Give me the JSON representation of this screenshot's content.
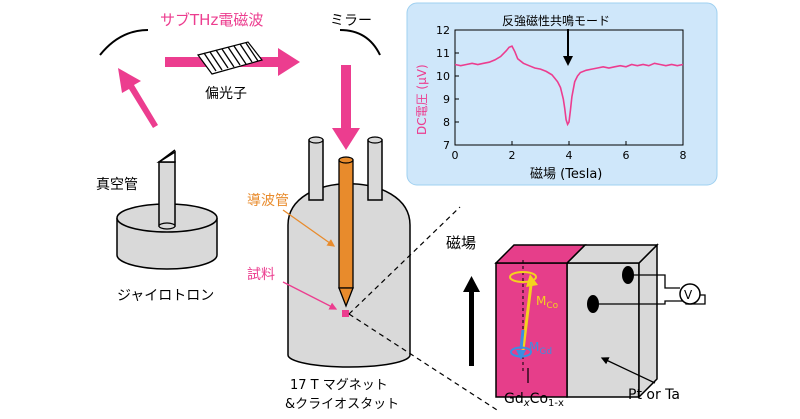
{
  "labels": {
    "wave_label": "サブTHz電磁波",
    "mirror_label": "ミラー",
    "polarizer_label": "偏光子",
    "vacuum_tube_label": "真空管",
    "gyrotron_label": "ジャイロトロン",
    "waveguide_label": "導波管",
    "sample_label": "試料",
    "magnet_label_line1": "17 T マグネット",
    "magnet_label_line2": "&クライオスタット",
    "field_label": "磁場",
    "sample_formula": "GdxCo1-x",
    "formula_gd": "Gd",
    "formula_x": "x",
    "formula_co": "Co",
    "formula_sub": "1-x",
    "m_co_main": "M",
    "m_co_sub": "Co",
    "m_gd_main": "M",
    "m_gd_sub": "Gd",
    "metal_label": "Pt or Ta",
    "voltmeter": "V"
  },
  "colors": {
    "pink": "#ec3d8f",
    "sample_pink": "#e63e8a",
    "waveguide_orange": "#e88b2c",
    "gray_body": "#d9d9d9",
    "inset_bg": "#cfe7fa",
    "inset_border": "#9fd0f0",
    "m_co_yellow": "#f4d21e",
    "m_gd_blue": "#3d8ee0"
  },
  "chart_data": {
    "type": "line",
    "annotation": "反強磁性共鳴モード",
    "xlabel": "磁場 (Tesla)",
    "ylabel": "DC電圧 (μV)",
    "xlim": [
      0,
      8
    ],
    "ylim": [
      7,
      12
    ],
    "xticks": [
      "0",
      "2",
      "4",
      "6",
      "8"
    ],
    "yticks": [
      "7",
      "8",
      "9",
      "10",
      "11",
      "12"
    ],
    "x_tick_values": [
      0,
      2,
      4,
      6,
      8
    ],
    "y_tick_values": [
      7,
      8,
      9,
      10,
      11,
      12
    ],
    "series": [
      {
        "color": "#ec3d8f",
        "x": [
          0,
          0.2,
          0.4,
          0.6,
          0.8,
          1.0,
          1.2,
          1.4,
          1.6,
          1.8,
          1.9,
          2.0,
          2.1,
          2.2,
          2.4,
          2.6,
          2.8,
          3.0,
          3.2,
          3.4,
          3.5,
          3.6,
          3.7,
          3.8,
          3.85,
          3.9,
          3.95,
          4.0,
          4.05,
          4.1,
          4.2,
          4.3,
          4.4,
          4.6,
          4.8,
          5.0,
          5.2,
          5.4,
          5.6,
          5.8,
          6.0,
          6.2,
          6.4,
          6.6,
          6.8,
          7.0,
          7.2,
          7.4,
          7.6,
          7.8,
          8.0
        ],
        "y": [
          10.5,
          10.45,
          10.5,
          10.55,
          10.5,
          10.55,
          10.6,
          10.7,
          10.85,
          11.1,
          11.25,
          11.3,
          11.05,
          10.75,
          10.55,
          10.45,
          10.35,
          10.3,
          10.2,
          10.05,
          9.9,
          9.75,
          9.5,
          9.0,
          8.6,
          8.1,
          7.9,
          8.0,
          8.5,
          9.1,
          9.75,
          10.0,
          10.15,
          10.25,
          10.3,
          10.35,
          10.4,
          10.35,
          10.4,
          10.45,
          10.4,
          10.5,
          10.45,
          10.5,
          10.45,
          10.55,
          10.5,
          10.45,
          10.5,
          10.45,
          10.5
        ]
      }
    ]
  }
}
